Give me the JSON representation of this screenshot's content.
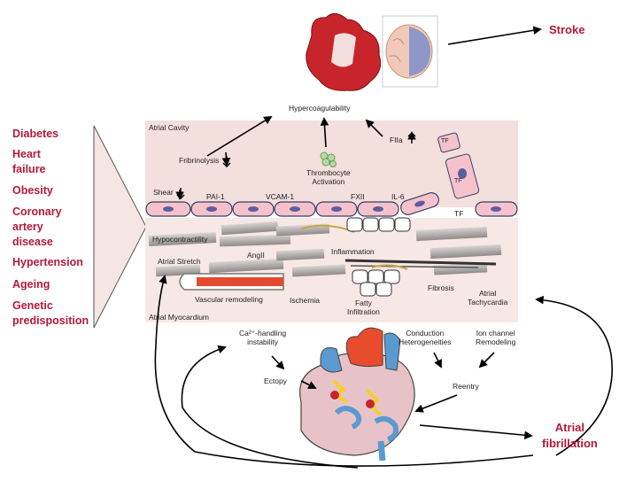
{
  "risk_factors": [
    {
      "lines": [
        "Diabetes"
      ]
    },
    {
      "lines": [
        "Heart",
        "failure"
      ]
    },
    {
      "lines": [
        "Obesity"
      ]
    },
    {
      "lines": [
        "Coronary",
        "artery",
        "disease"
      ]
    },
    {
      "lines": [
        "Hypertension"
      ]
    },
    {
      "lines": [
        "Ageing"
      ]
    },
    {
      "lines": [
        "Genetic",
        "predisposition"
      ]
    }
  ],
  "outcomes": {
    "stroke": "Stroke",
    "atrial_fibrillation": [
      "Atrial",
      "fibrillation"
    ]
  },
  "cavity": {
    "region": "Atrial Cavity",
    "hypercoagulability": "Hypercoagulability",
    "fibrinolysis": "Fribrinolysis",
    "thrombocyte": [
      "Thrombocyte",
      "Activation"
    ],
    "fiia": "FIIa",
    "tf_cell_1": "TF",
    "tf_cell_2": "TF"
  },
  "endothelium": {
    "shear": "Shear",
    "pai1": "PAI-1",
    "vcam1": "VCAM-1",
    "fxii": "FXII",
    "il6": "IL-6",
    "tf": "TF"
  },
  "myocardium": {
    "region": "Atrial Myocardium",
    "hypocontractility": "Hypocontractility",
    "atrial_stretch": "Atrial Stretch",
    "angii": "AngII",
    "inflammation": "Inflammation",
    "vascular_remodeling": "Vascular remodeling",
    "ischemia": "Ischemia",
    "fatty_infiltration": [
      "Fatty",
      "Infiltration"
    ],
    "fibrosis": "Fibrosis",
    "atrial_tachycardia": [
      "Atrial",
      "Tachycardia"
    ]
  },
  "mechanisms": {
    "calcium": [
      "Ca²⁺-handling",
      "instability"
    ],
    "ectopy": "Ectopy",
    "conduction": [
      "Conduction",
      "Heterogeneities"
    ],
    "ion_channel": [
      "Ion channel",
      "Remodeling"
    ],
    "reentry": "Reentry"
  },
  "colors": {
    "risk_text": "#b5183a",
    "tissue_bg": "#f3dfdc",
    "cell_fill": "#f5c2cc",
    "nucleus": "#5b5ea0",
    "arrow": "#000000",
    "chevron": "#f5e6e4"
  }
}
